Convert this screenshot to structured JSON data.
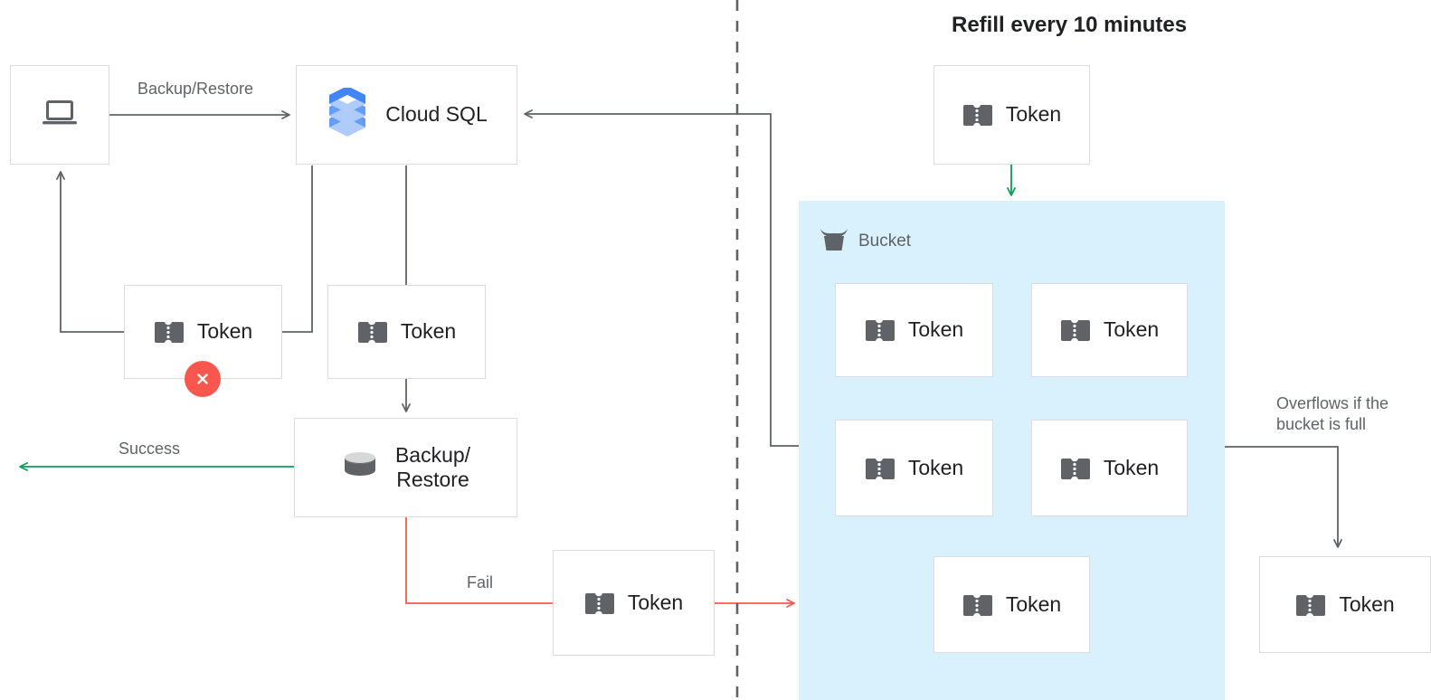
{
  "title": "Refill every 10 minutes",
  "colors": {
    "accent_blue": "#4285f4",
    "bucket_fill": "#d9f0fd",
    "success_green": "#0f9d58",
    "fail_red": "#f4594e",
    "error_badge": "#f9574e",
    "line_gray": "#5f6368",
    "box_border": "#dadce0",
    "icon_gray": "#5f6368",
    "text_dark": "#202124",
    "text_muted": "#5f6368"
  },
  "nodes": {
    "client": {
      "label": "",
      "icon": "laptop-icon"
    },
    "cloud_sql": {
      "label": "Cloud SQL",
      "icon": "cloud-sql-icon"
    },
    "token_rejected": {
      "label": "Token",
      "icon": "token-icon",
      "status": "error"
    },
    "token_consumed": {
      "label": "Token",
      "icon": "token-icon"
    },
    "backup_restore": {
      "label": "Backup/\nRestore",
      "icon": "database-icon"
    },
    "token_fail": {
      "label": "Token",
      "icon": "token-icon"
    },
    "token_refill": {
      "label": "Token",
      "icon": "token-icon"
    },
    "token_overflow": {
      "label": "Token",
      "icon": "token-icon"
    }
  },
  "bucket": {
    "label": "Bucket",
    "icon": "bucket-icon",
    "tokens": [
      {
        "label": "Token"
      },
      {
        "label": "Token"
      },
      {
        "label": "Token"
      },
      {
        "label": "Token"
      },
      {
        "label": "Token"
      }
    ]
  },
  "edge_labels": {
    "backup_restore": "Backup/Restore",
    "success": "Success",
    "fail": "Fail",
    "overflow": "Overflows if the\nbucket is full"
  }
}
